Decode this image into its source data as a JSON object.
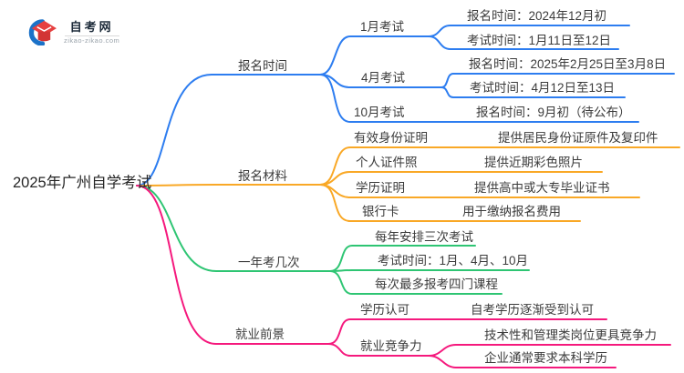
{
  "logo": {
    "site_name": "自考网",
    "site_url": "zikao-zikao.com"
  },
  "root": {
    "label": "2025年广州自学考试"
  },
  "branches": [
    {
      "label": "报名时间",
      "color": "#2D7DF0",
      "children": [
        {
          "label": "1月考试",
          "leaves": [
            {
              "text": "报名时间：2024年12月初"
            },
            {
              "text": "考试时间：1月11日至12日"
            }
          ]
        },
        {
          "label": "4月考试",
          "leaves": [
            {
              "text": "报名时间：2025年2月25日至3月8日"
            },
            {
              "text": "考试时间：4月12日至13日"
            }
          ]
        },
        {
          "label": "10月考试",
          "leaves": [
            {
              "text": "报名时间：9月初（待公布）"
            }
          ]
        }
      ]
    },
    {
      "label": "报名材料",
      "color": "#F9A826",
      "children": [
        {
          "label": "有效身份证明",
          "leaves": [
            {
              "text": "提供居民身份证原件及复印件"
            }
          ]
        },
        {
          "label": "个人证件照",
          "leaves": [
            {
              "text": "提供近期彩色照片"
            }
          ]
        },
        {
          "label": "学历证明",
          "leaves": [
            {
              "text": "提供高中或大专毕业证书"
            }
          ]
        },
        {
          "label": "银行卡",
          "leaves": [
            {
              "text": "用于缴纳报名费用"
            }
          ]
        }
      ]
    },
    {
      "label": "一年考几次",
      "color": "#2EC573",
      "children": [
        {
          "label": "每年安排三次考试",
          "leaves": []
        },
        {
          "label": "考试时间：1月、4月、10月",
          "leaves": []
        },
        {
          "label": "每次最多报考四门课程",
          "leaves": []
        }
      ]
    },
    {
      "label": "就业前景",
      "color": "#F5197D",
      "children": [
        {
          "label": "学历认可",
          "leaves": [
            {
              "text": "自考学历逐渐受到认可"
            }
          ]
        },
        {
          "label": "就业竞争力",
          "leaves": [
            {
              "text": "技术性和管理类岗位更具竞争力"
            },
            {
              "text": "企业通常要求本科学历"
            }
          ]
        }
      ]
    }
  ]
}
